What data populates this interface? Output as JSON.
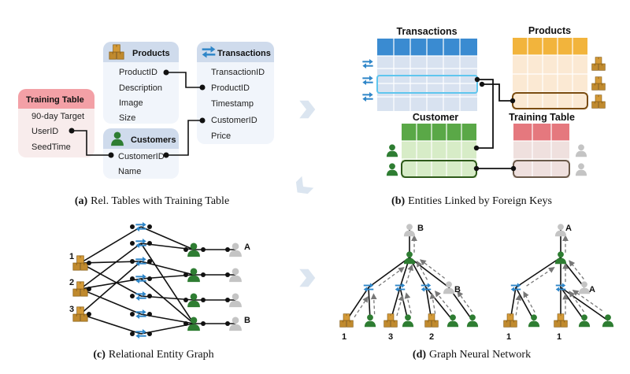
{
  "captions": {
    "a_tag": "(a)",
    "a_text": "Rel. Tables with Training Table",
    "b_tag": "(b)",
    "b_text": "Entities Linked by Foreign Keys",
    "c_tag": "(c)",
    "c_text": "Relational Entity Graph",
    "d_tag": "(d)",
    "d_text": "Graph Neural Network"
  },
  "schema": {
    "training": {
      "title": "Training Table",
      "fields": [
        "90-day Target",
        "UserID",
        "SeedTime"
      ]
    },
    "products": {
      "title": "Products",
      "fields": [
        "ProductID",
        "Description",
        "Image",
        "Size"
      ]
    },
    "transactions": {
      "title": "Transactions",
      "fields": [
        "TransactionID",
        "ProductID",
        "Timestamp",
        "CustomerID",
        "Price"
      ]
    },
    "customers": {
      "title": "Customers",
      "fields": [
        "CustomerID",
        "Name"
      ]
    }
  },
  "panel_b": {
    "transactions_title": "Transactions",
    "products_title": "Products",
    "customer_title": "Customer",
    "training_title": "Training Table"
  },
  "panel_c": {
    "product_labels": [
      "1",
      "2",
      "3"
    ],
    "target_labels": [
      "A",
      "B"
    ]
  },
  "panel_d": {
    "tree1_root": "B",
    "tree1_leaf_b": "B",
    "tree1_leaves": [
      "1",
      "3",
      "2"
    ],
    "tree2_root": "A",
    "tree2_leaf_a": "A",
    "tree2_leaves": [
      "1",
      "1"
    ]
  },
  "colors": {
    "products": "#c08a2e",
    "customers": "#2e7d32",
    "transactions": "#2f86c8",
    "training": "#e5787e",
    "neutral_user": "#c4c4c4",
    "schema_header": "#cfdbec",
    "schema_body": "#f1f5fb",
    "training_header": "#f3a0a6",
    "training_body": "#f8ecec"
  },
  "icons": [
    "box-stack-icon",
    "user-icon",
    "exchange-arrows-icon",
    "chevron-right-icon"
  ]
}
